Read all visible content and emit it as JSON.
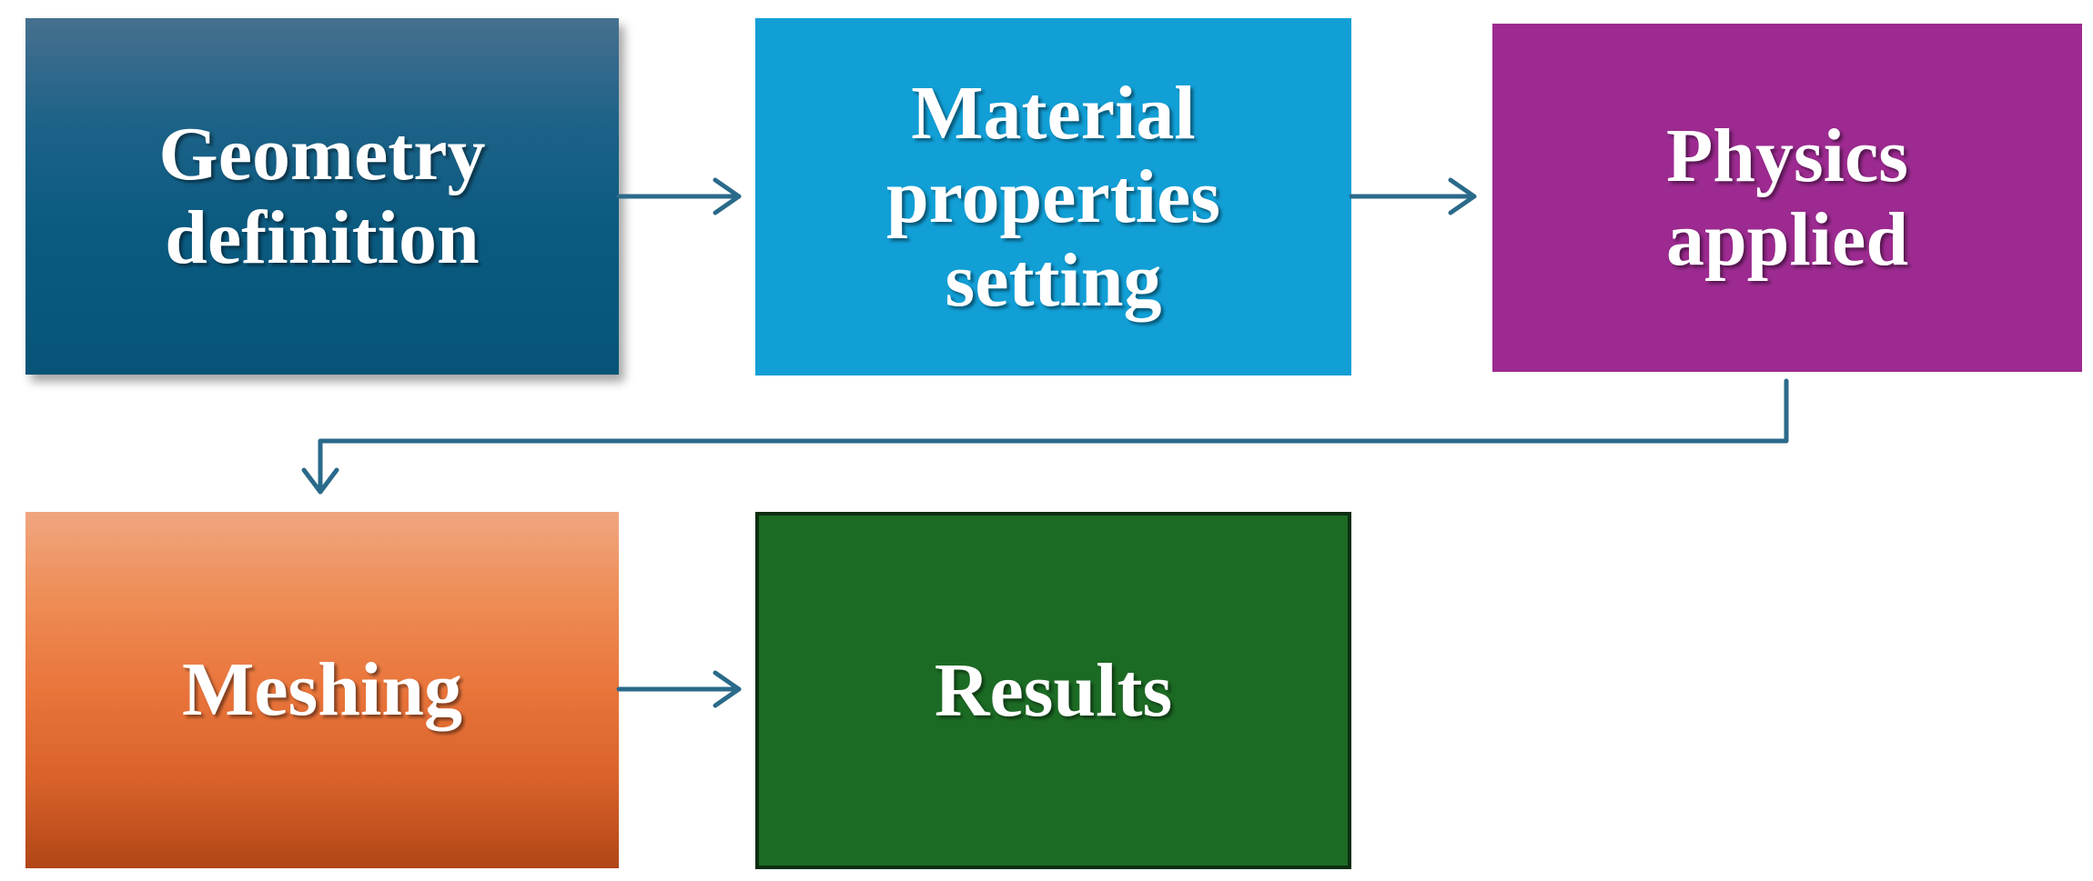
{
  "diagram": {
    "boxes": [
      {
        "id": "geometry",
        "label": "Geometry\ndefinition",
        "color": "#0a5a80"
      },
      {
        "id": "material",
        "label": "Material\nproperties\nsetting",
        "color": "#119fd6"
      },
      {
        "id": "physics",
        "label": "Physics\napplied",
        "color": "#9c2a90"
      },
      {
        "id": "meshing",
        "label": "Meshing",
        "color": "#e9753b"
      },
      {
        "id": "results",
        "label": "Results",
        "color": "#1c6b24"
      }
    ],
    "connections": [
      {
        "from": "geometry",
        "to": "material"
      },
      {
        "from": "material",
        "to": "physics"
      },
      {
        "from": "physics",
        "to": "meshing"
      },
      {
        "from": "meshing",
        "to": "results"
      }
    ],
    "arrow_color": "#2a6a8a"
  }
}
